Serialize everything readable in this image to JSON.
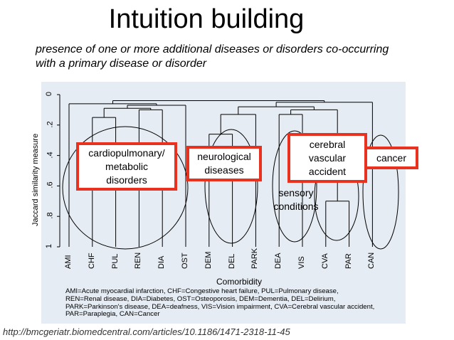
{
  "title": "Intuition building",
  "subtitle": "presence of one or more additional diseases or disorders co-occurring with a primary disease or disorder",
  "chart": {
    "ylabel": "Jaccard similarity measure",
    "xlabel": "Comorbidity",
    "yticks": [
      "0",
      ".2",
      ".4",
      ".6",
      ".8",
      "1"
    ],
    "leaves": [
      "AMI",
      "CHF",
      "PUL",
      "REN",
      "DIA",
      "OST",
      "DEM",
      "DEL",
      "PARK",
      "DEA",
      "VIS",
      "CVA",
      "PAR",
      "CAN"
    ],
    "legend_lines": [
      "AMI=Acute myocardial infarction, CHF=Congestive heart failure, PUL=Pulmonary disease,",
      "REN=Renal disease, DIA=Diabetes, OST=Osteoporosis, DEM=Dementia, DEL=Delirium,",
      "PARK=Parkinson's disease, DEA=deafness, VIS=Vision impairment, CVA=Cerebral vascular accident,",
      "PAR=Paraplegia, CAN=Cancer"
    ]
  },
  "chart_data": {
    "type": "dendrogram",
    "ylabel": "Jaccard similarity measure",
    "xlabel": "Comorbidity",
    "ylim": [
      1,
      0
    ],
    "leaves": [
      "AMI",
      "CHF",
      "PUL",
      "REN",
      "DIA",
      "OST",
      "DEM",
      "DEL",
      "PARK",
      "DEA",
      "VIS",
      "CVA",
      "PAR",
      "CAN"
    ],
    "merges": [
      {
        "a": "CHF",
        "b": "PUL",
        "height": 0.15
      },
      {
        "a": "REN",
        "b": "DIA",
        "height": 0.1
      },
      {
        "a": "CHF+PUL",
        "b": "REN+DIA",
        "height": 0.09
      },
      {
        "a": "CHF+PUL+REN+DIA",
        "b": "OST",
        "height": 0.07
      },
      {
        "a": "AMI",
        "b": "CHF+PUL+REN+DIA+OST",
        "height": 0.06
      },
      {
        "a": "DEM",
        "b": "DEL",
        "height": 0.26
      },
      {
        "a": "DEM+DEL",
        "b": "PARK",
        "height": 0.13
      },
      {
        "a": "DEA",
        "b": "VIS",
        "height": 0.13
      },
      {
        "a": "CVA",
        "b": "PAR",
        "height": 0.7
      },
      {
        "a": "DEA+VIS",
        "b": "CVA+PAR",
        "height": 0.1
      },
      {
        "a": "DEM+DEL+PARK",
        "b": "DEA+VIS+CVA+PAR",
        "height": 0.08
      },
      {
        "a": "DEM+DEL+PARK+DEA+VIS+CVA+PAR",
        "b": "CAN",
        "height": 0.05
      },
      {
        "a": "AMI+CHF+PUL+REN+DIA+OST",
        "b": "DEM+DEL+PARK+DEA+VIS+CVA+PAR+CAN",
        "height": 0.04
      }
    ]
  },
  "annotations": [
    {
      "id": "cardio",
      "text": [
        "cardiopulmonary/",
        "metabolic",
        "disorders"
      ]
    },
    {
      "id": "neuro",
      "text": [
        "neurological",
        "diseases"
      ]
    },
    {
      "id": "cerebral",
      "text": [
        "cerebral",
        "vascular",
        "accident"
      ]
    },
    {
      "id": "cancer",
      "text": [
        "cancer"
      ]
    },
    {
      "id": "sensory",
      "text": [
        "sensory",
        "conditions"
      ]
    }
  ],
  "colors": {
    "annotation_border": "#e8321f",
    "panel_bg": "#e6ecf3",
    "line": "#000000"
  },
  "source_url": "http://bmcgeriatr.biomedcentral.com/articles/10.1186/1471-2318-11-45"
}
